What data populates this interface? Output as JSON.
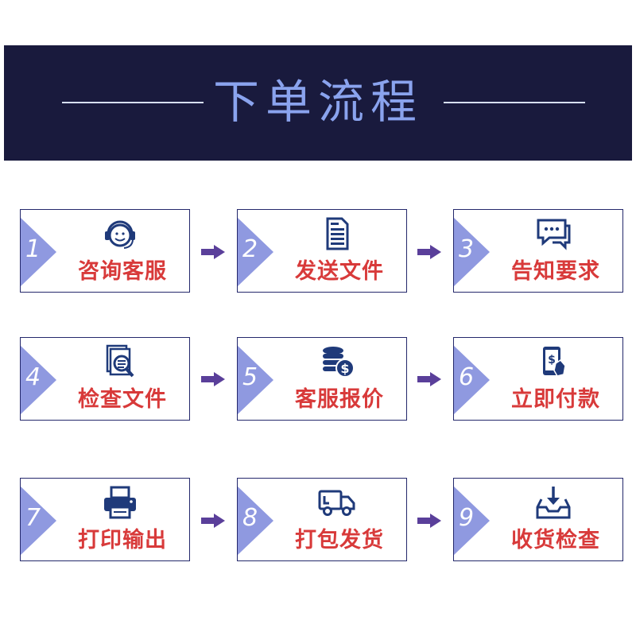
{
  "header": {
    "title": "下单流程"
  },
  "colors": {
    "banner": "#191a3d",
    "accent": "#8f99e0",
    "label": "#d83a3a",
    "icon": "#1f3a7a",
    "arrow": "#5a3f9a"
  },
  "steps": [
    {
      "num": "1",
      "label": "咨询客服",
      "icon": "headset-icon"
    },
    {
      "num": "2",
      "label": "发送文件",
      "icon": "document-icon"
    },
    {
      "num": "3",
      "label": "告知要求",
      "icon": "chat-bubbles-icon"
    },
    {
      "num": "4",
      "label": "检查文件",
      "icon": "document-search-icon"
    },
    {
      "num": "5",
      "label": "客服报价",
      "icon": "coins-dollar-icon"
    },
    {
      "num": "6",
      "label": "立即付款",
      "icon": "phone-pay-icon"
    },
    {
      "num": "7",
      "label": "打印输出",
      "icon": "printer-icon"
    },
    {
      "num": "8",
      "label": "打包发货",
      "icon": "truck-icon"
    },
    {
      "num": "9",
      "label": "收货检查",
      "icon": "inbox-tray-icon"
    }
  ]
}
